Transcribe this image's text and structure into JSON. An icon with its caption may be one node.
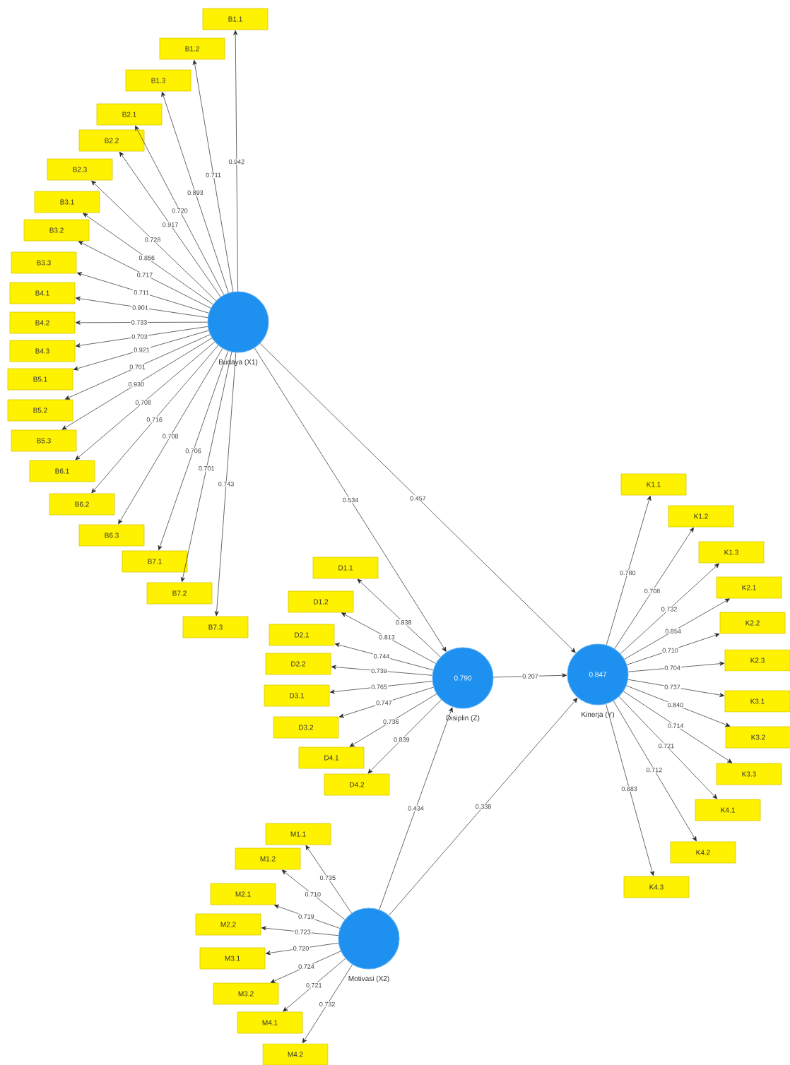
{
  "diagram": {
    "nodes": [
      {
        "text": [
          "Budaya (X1)"
        ]
      },
      {
        "text": [
          "B1.1"
        ]
      },
      {
        "text": [
          "B1.2"
        ]
      },
      {
        "text": [
          "B1.3"
        ]
      },
      {
        "text": [
          "B2.1"
        ]
      },
      {
        "text": [
          "B2.2"
        ]
      },
      {
        "text": [
          "B2.3"
        ]
      },
      {
        "text": [
          "B3.1"
        ]
      },
      {
        "text": [
          "B3.2"
        ]
      },
      {
        "text": [
          "B3.3"
        ]
      },
      {
        "text": [
          "B4.1"
        ]
      },
      {
        "text": [
          "B4.2"
        ]
      },
      {
        "text": [
          "B4.3"
        ]
      },
      {
        "text": [
          "B5.1"
        ]
      },
      {
        "text": [
          "B5.2"
        ]
      },
      {
        "text": [
          "B5.3"
        ]
      },
      {
        "text": [
          "B6.1"
        ]
      },
      {
        "text": [
          "B6.2"
        ]
      },
      {
        "text": [
          "B6.3"
        ]
      },
      {
        "text": [
          "B7.1"
        ]
      },
      {
        "text": [
          "B7.2"
        ]
      },
      {
        "text": [
          "B7.3"
        ]
      },
      {
        "text": [
          "0.790",
          "Disiplin (Z)"
        ]
      },
      {
        "text": [
          "D1.1"
        ]
      },
      {
        "text": [
          "D1.2"
        ]
      },
      {
        "text": [
          "D2.1"
        ]
      },
      {
        "text": [
          "D2.2"
        ]
      },
      {
        "text": [
          "D3.1"
        ]
      },
      {
        "text": [
          "D3.2"
        ]
      },
      {
        "text": [
          "D4.1"
        ]
      },
      {
        "text": [
          "D4.2"
        ]
      },
      {
        "text": [
          "0.847",
          "Kinerja (Y)"
        ]
      },
      {
        "text": [
          "K1.1"
        ]
      },
      {
        "text": [
          "K1.2"
        ]
      },
      {
        "text": [
          "K1.3"
        ]
      },
      {
        "text": [
          "K2.1"
        ]
      },
      {
        "text": [
          "K2.2"
        ]
      },
      {
        "text": [
          "K2.3"
        ]
      },
      {
        "text": [
          "K3.1"
        ]
      },
      {
        "text": [
          "K3.2"
        ]
      },
      {
        "text": [
          "K3.3"
        ]
      },
      {
        "text": [
          "K4.1"
        ]
      },
      {
        "text": [
          "K4.2"
        ]
      },
      {
        "text": [
          "K4.3"
        ]
      },
      {
        "text": [
          "Motivasi (X2)"
        ]
      },
      {
        "text": [
          "M1.1"
        ]
      },
      {
        "text": [
          "M1.2"
        ]
      },
      {
        "text": [
          "M2.1"
        ]
      },
      {
        "text": [
          "M2.2"
        ]
      },
      {
        "text": [
          "M3.1"
        ]
      },
      {
        "text": [
          "M3.2"
        ]
      },
      {
        "text": [
          "M4.1"
        ]
      },
      {
        "text": [
          "M4.2"
        ]
      }
    ],
    "edges": [
      {
        "from": 0,
        "to": 22,
        "arrow": "to",
        "label": "0.534"
      },
      {
        "from": 0,
        "to": 31,
        "arrow": "to",
        "label": "0.457"
      },
      {
        "from": 22,
        "to": 31,
        "arrow": "to",
        "label": "0.207"
      },
      {
        "from": 44,
        "to": 22,
        "arrow": "to",
        "label": "0.434"
      },
      {
        "from": 44,
        "to": 31,
        "arrow": "to",
        "label": "0.338"
      },
      {
        "from": 0,
        "to": 1,
        "arrow": "to",
        "label": "0.942"
      },
      {
        "from": 0,
        "to": 2,
        "arrow": "to",
        "label": "0.711"
      },
      {
        "from": 0,
        "to": 3,
        "arrow": "to",
        "label": "0.893"
      },
      {
        "from": 0,
        "to": 4,
        "arrow": "to",
        "label": "0.720"
      },
      {
        "from": 0,
        "to": 5,
        "arrow": "to",
        "label": "0.917"
      },
      {
        "from": 0,
        "to": 6,
        "arrow": "to",
        "label": "0.728"
      },
      {
        "from": 0,
        "to": 7,
        "arrow": "to",
        "label": "0.856"
      },
      {
        "from": 0,
        "to": 8,
        "arrow": "to",
        "label": "0.717"
      },
      {
        "from": 0,
        "to": 9,
        "arrow": "to",
        "label": "0.711"
      },
      {
        "from": 0,
        "to": 10,
        "arrow": "to",
        "label": "0.901"
      },
      {
        "from": 0,
        "to": 11,
        "arrow": "to",
        "label": "0.733"
      },
      {
        "from": 0,
        "to": 12,
        "arrow": "to",
        "label": "0.703"
      },
      {
        "from": 0,
        "to": 13,
        "arrow": "to",
        "label": "0.921"
      },
      {
        "from": 0,
        "to": 14,
        "arrow": "to",
        "label": "0.701"
      },
      {
        "from": 0,
        "to": 15,
        "arrow": "to",
        "label": "0.930"
      },
      {
        "from": 0,
        "to": 16,
        "arrow": "to",
        "label": "0.708"
      },
      {
        "from": 0,
        "to": 17,
        "arrow": "to",
        "label": "0.716"
      },
      {
        "from": 0,
        "to": 18,
        "arrow": "to",
        "label": "0.708"
      },
      {
        "from": 0,
        "to": 19,
        "arrow": "to",
        "label": "0.706"
      },
      {
        "from": 0,
        "to": 20,
        "arrow": "to",
        "label": "0.701"
      },
      {
        "from": 0,
        "to": 21,
        "arrow": "to",
        "label": "0.743"
      },
      {
        "from": 22,
        "to": 23,
        "arrow": "to",
        "label": "0.838"
      },
      {
        "from": 22,
        "to": 24,
        "arrow": "to",
        "label": "0.813"
      },
      {
        "from": 22,
        "to": 25,
        "arrow": "to",
        "label": "0.744"
      },
      {
        "from": 22,
        "to": 26,
        "arrow": "to",
        "label": "0.739"
      },
      {
        "from": 22,
        "to": 27,
        "arrow": "to",
        "label": "0.765"
      },
      {
        "from": 22,
        "to": 28,
        "arrow": "to",
        "label": "0.747"
      },
      {
        "from": 22,
        "to": 29,
        "arrow": "to",
        "label": "0.736"
      },
      {
        "from": 22,
        "to": 30,
        "arrow": "to",
        "label": "0.839"
      },
      {
        "from": 31,
        "to": 32,
        "arrow": "to",
        "label": "0.780"
      },
      {
        "from": 31,
        "to": 33,
        "arrow": "to",
        "label": "0.708"
      },
      {
        "from": 31,
        "to": 34,
        "arrow": "to",
        "label": "0.732"
      },
      {
        "from": 31,
        "to": 35,
        "arrow": "to",
        "label": "0.854"
      },
      {
        "from": 31,
        "to": 36,
        "arrow": "to",
        "label": "0.710"
      },
      {
        "from": 31,
        "to": 37,
        "arrow": "to",
        "label": "0.704"
      },
      {
        "from": 31,
        "to": 38,
        "arrow": "to",
        "label": "0.737"
      },
      {
        "from": 31,
        "to": 39,
        "arrow": "to",
        "label": "0.840"
      },
      {
        "from": 31,
        "to": 40,
        "arrow": "to",
        "label": "0.714"
      },
      {
        "from": 31,
        "to": 41,
        "arrow": "to",
        "label": "0.721"
      },
      {
        "from": 31,
        "to": 42,
        "arrow": "to",
        "label": "0.712"
      },
      {
        "from": 31,
        "to": 43,
        "arrow": "to",
        "label": "0.883"
      },
      {
        "from": 44,
        "to": 45,
        "arrow": "to",
        "label": "0.735"
      },
      {
        "from": 44,
        "to": 46,
        "arrow": "to",
        "label": "0.710"
      },
      {
        "from": 44,
        "to": 47,
        "arrow": "to",
        "label": "0.719"
      },
      {
        "from": 44,
        "to": 48,
        "arrow": "to",
        "label": "0.723"
      },
      {
        "from": 44,
        "to": 49,
        "arrow": "to",
        "label": "0.720"
      },
      {
        "from": 44,
        "to": 50,
        "arrow": "to",
        "label": "0.724"
      },
      {
        "from": 44,
        "to": 51,
        "arrow": "to",
        "label": "0.721"
      },
      {
        "from": 44,
        "to": 52,
        "arrow": "to",
        "label": "0.732"
      }
    ]
  }
}
